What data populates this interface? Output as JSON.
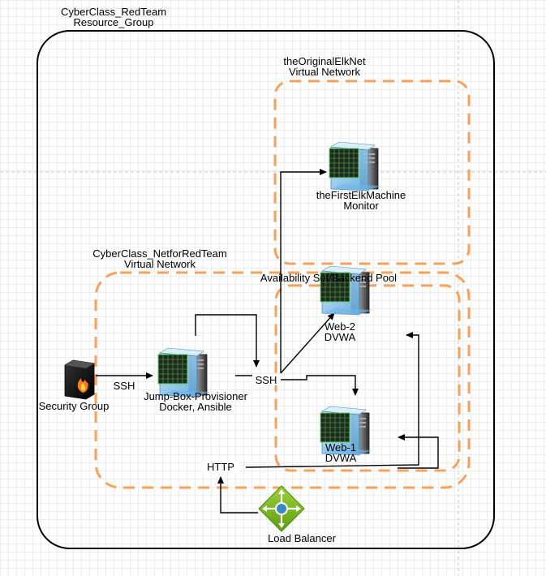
{
  "resource_group": {
    "line1": "CyberClass_RedTeam",
    "line2": "Resource_Group"
  },
  "elk_network": {
    "line1": "theOriginalElkNet",
    "line2": "Virtual Network"
  },
  "red_network": {
    "line1": "CyberClass_NetforRedTeam",
    "line2": "Virtual Network"
  },
  "availability_set": {
    "label": "Availability Set/Backend Pool"
  },
  "elk_machine": {
    "line1": "theFirstElkMachine",
    "line2": "Monitor"
  },
  "web2": {
    "line1": "Web-2",
    "line2": "DVWA"
  },
  "web1": {
    "line1": "Web-1",
    "line2": "DVWA"
  },
  "jump_box": {
    "line1": "Jump-Box-Provisioner",
    "line2": "Docker, Ansible"
  },
  "security_group": {
    "label": "Security Group"
  },
  "load_balancer": {
    "label": "Load Balancer"
  },
  "edges": {
    "ssh_in": "SSH",
    "ssh_out": "SSH",
    "http": "HTTP"
  },
  "colors": {
    "network_border": "#f5a25d",
    "lb_green": "#7cbb1f",
    "vm_blue": "#9fd1f5"
  },
  "icons": {
    "vm": "virtual-machine-icon",
    "firewall": "firewall-icon",
    "load_balancer": "load-balancer-icon"
  }
}
